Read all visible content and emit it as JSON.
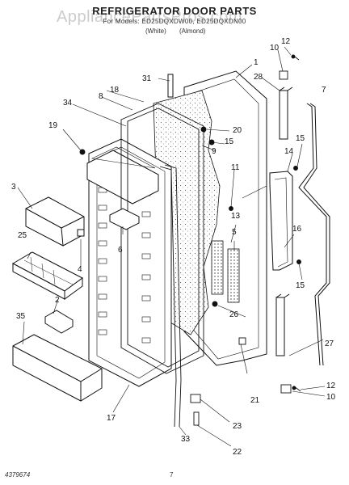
{
  "header": {
    "title": "REFRIGERATOR DOOR PARTS",
    "subtitle": "For Models: ED25DQXDW00, ED25DQXDN00",
    "variant_white": "(White)",
    "variant_almond": "(Almond)",
    "watermark": "AppliancePartsPros.com"
  },
  "footer": {
    "doc_number": "4379674",
    "page_number": "7"
  },
  "callouts": {
    "c1": "1",
    "c2": "2",
    "c3": "3",
    "c4": "4",
    "c5": "5",
    "c6": "6",
    "c7": "7",
    "c8": "8",
    "c9": "9",
    "c10a": "10",
    "c10b": "10",
    "c11": "11",
    "c12a": "12",
    "c12b": "12",
    "c13": "13",
    "c14": "14",
    "c15a": "15",
    "c15b": "15",
    "c15c": "15",
    "c16": "16",
    "c17": "17",
    "c18": "18",
    "c19": "19",
    "c20": "20",
    "c21": "21",
    "c22": "22",
    "c23": "23",
    "c25": "25",
    "c26": "26",
    "c27": "27",
    "c28": "28",
    "c31": "31",
    "c33": "33",
    "c34": "34",
    "c35": "35"
  }
}
